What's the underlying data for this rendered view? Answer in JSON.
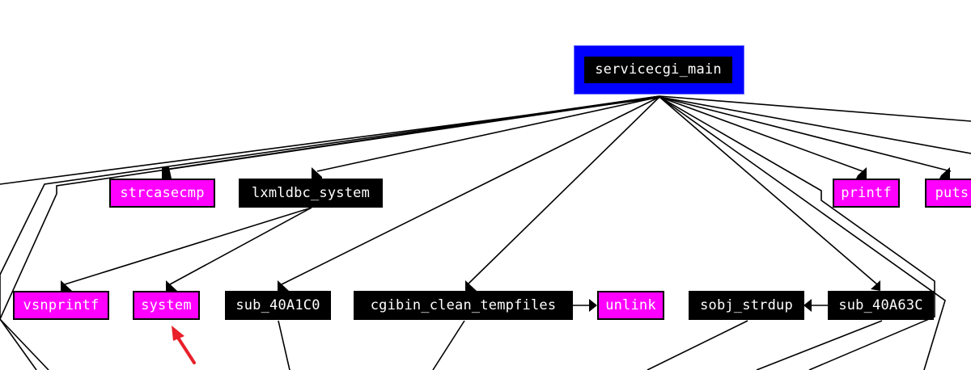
{
  "view": {
    "kind": "IDA call graph (proximity view)",
    "legend_colors": {
      "selected_node_frame": "#0000ff",
      "function_node": "#000000",
      "import_node": "#ff00ff",
      "node_text": "#ffffff",
      "annotation_arrow": "#e8202a"
    }
  },
  "nodes": {
    "root": {
      "label": "servicecgi_main",
      "type": "function",
      "selected": true
    },
    "strcasecmp": {
      "label": "strcasecmp",
      "type": "import"
    },
    "lxmldbc_system": {
      "label": "lxmldbc_system",
      "type": "function"
    },
    "printf": {
      "label": "printf",
      "type": "import"
    },
    "puts": {
      "label": "puts",
      "type": "import"
    },
    "vsnprintf": {
      "label": "vsnprintf",
      "type": "import"
    },
    "system": {
      "label": "system",
      "type": "import",
      "highlighted_by_arrow": true
    },
    "sub_40A1C0": {
      "label": "sub_40A1C0",
      "type": "function"
    },
    "cgibin_clean_tempfiles": {
      "label": "cgibin_clean_tempfiles",
      "type": "function"
    },
    "unlink": {
      "label": "unlink",
      "type": "import"
    },
    "sobj_strdup": {
      "label": "sobj_strdup",
      "type": "function"
    },
    "sub_40A63C": {
      "label": "sub_40A63C",
      "type": "function"
    }
  },
  "edges": [
    {
      "from": "servicecgi_main",
      "to": "strcasecmp"
    },
    {
      "from": "servicecgi_main",
      "to": "lxmldbc_system"
    },
    {
      "from": "servicecgi_main",
      "to": "sub_40A1C0"
    },
    {
      "from": "servicecgi_main",
      "to": "cgibin_clean_tempfiles"
    },
    {
      "from": "servicecgi_main",
      "to": "sub_40A63C"
    },
    {
      "from": "servicecgi_main",
      "to": "printf"
    },
    {
      "from": "servicecgi_main",
      "to": "puts"
    },
    {
      "from": "lxmldbc_system",
      "to": "vsnprintf"
    },
    {
      "from": "lxmldbc_system",
      "to": "system"
    },
    {
      "from": "cgibin_clean_tempfiles",
      "to": "unlink"
    },
    {
      "from": "sub_40A63C",
      "to": "sobj_strdup"
    }
  ]
}
